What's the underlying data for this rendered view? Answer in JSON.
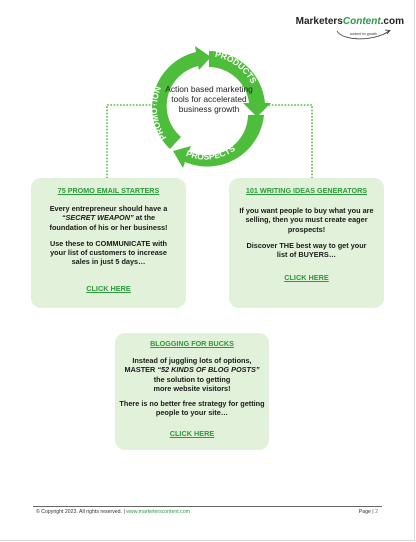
{
  "logo": {
    "brand_main": "Marketers",
    "brand_accent": "Content",
    "brand_suffix": ".com",
    "tagline": "content for growth"
  },
  "cycle": {
    "center_text": "Action based marketing tools for accelerated business growth",
    "segments": [
      "PRODUCTS",
      "PROSPECTS",
      "PROMOTION"
    ],
    "color": "#4fbd3c"
  },
  "cards": {
    "promo_email": {
      "title": "75 PROMO EMAIL STARTERS",
      "p1_a": "Every entrepreneur should have a",
      "p1_em": "“SECRET WEAPON”",
      "p1_b": "at the",
      "p1_c": "foundation of his or her business!",
      "p2": "Use these to COMMUNICATE with your list of customers to increase sales in just 5 days…",
      "link": "CLICK HERE"
    },
    "writing_ideas": {
      "title": "101 WRITING IDEAS GENERATORS",
      "p1": "If you want people to buy what you are selling, then you must create eager prospects!",
      "p2": "Discover THE best way to get your list of BUYERS…",
      "link": "CLICK HERE"
    },
    "blogging": {
      "title": "BLOGGING FOR BUCKS",
      "p1_a": "Instead of juggling lots of options,",
      "p1_b": "MASTER",
      "p1_em": "“52 KINDS OF BLOG POSTS”",
      "p1_c": "the solution to getting",
      "p1_d": "more website visitors!",
      "p2": "There is no better free strategy for getting people to your site…",
      "link": "CLICK HERE"
    }
  },
  "footer": {
    "copyright": "© Copyright 2023. All rights reserved. |",
    "site": "www.marketerscontent.com",
    "page_label": "Page |",
    "page_number": "2"
  }
}
